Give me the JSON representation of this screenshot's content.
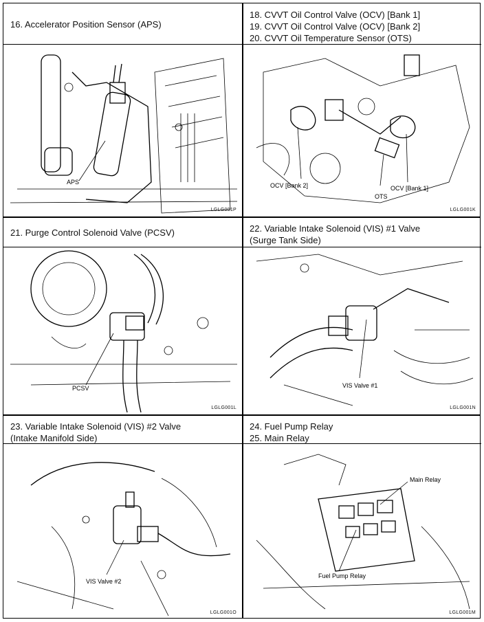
{
  "panels": [
    {
      "title_lines": [
        "16.  Accelerator Position Sensor (APS)"
      ],
      "labels": [
        "APS"
      ],
      "code": "LGLG001P"
    },
    {
      "title_lines": [
        "18.  CVVT Oil Control Valve (OCV) [Bank 1]",
        "19.  CVVT Oil Control Valve (OCV) [Bank 2]",
        "20.  CVVT Oil Temperature Sensor (OTS)"
      ],
      "labels": [
        "OCV [Bank 2]",
        "OTS",
        "OCV [Bank 1]"
      ],
      "code": "LGLG001K"
    },
    {
      "title_lines": [
        "21.  Purge Control Solenoid Valve (PCSV)"
      ],
      "labels": [
        "PCSV"
      ],
      "code": "LGLG001L"
    },
    {
      "title_lines": [
        "22.  Variable Intake Solenoid (VIS) #1 Valve",
        "(Surge Tank Side)"
      ],
      "labels": [
        "VIS Valve #1"
      ],
      "code": "LGLG001N"
    },
    {
      "title_lines": [
        "23.  Variable Intake Solenoid (VIS) #2 Valve",
        "(Intake Manifold Side)"
      ],
      "labels": [
        "VIS Valve #2"
      ],
      "code": "LGLG001O"
    },
    {
      "title_lines": [
        "24.  Fuel Pump Relay",
        "25.  Main Relay"
      ],
      "labels": [
        "Main Relay",
        "Fuel Pump Relay"
      ],
      "code": "LGLG001M"
    }
  ]
}
